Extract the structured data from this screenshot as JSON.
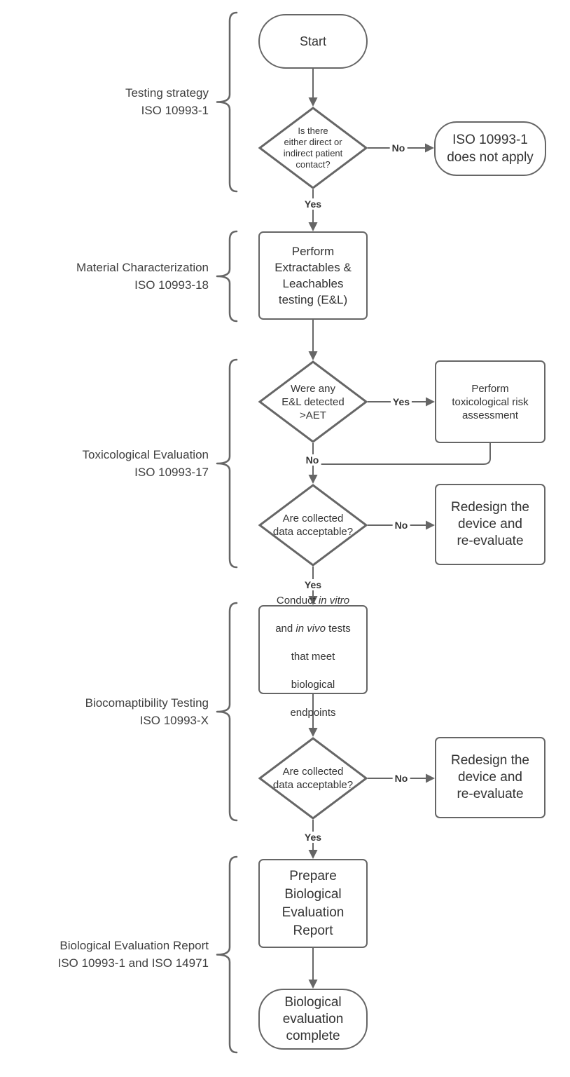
{
  "colors": {
    "stroke": "#666666",
    "node-text": "#333333",
    "label-text": "#404040",
    "bg": "#ffffff"
  },
  "sections": [
    {
      "label_line1": "Testing strategy",
      "label_line2": "ISO 10993-1"
    },
    {
      "label_line1": "Material Characterization",
      "label_line2": "ISO 10993-18"
    },
    {
      "label_line1": "Toxicological Evaluation",
      "label_line2": "ISO 10993-17"
    },
    {
      "label_line1": "Biocomaptibility Testing",
      "label_line2": "ISO 10993-X"
    },
    {
      "label_line1": "Biological Evaluation Report",
      "label_line2": "ISO 10993-1 and ISO 14971"
    }
  ],
  "nodes": {
    "start": {
      "type": "terminator",
      "label": "Start"
    },
    "contact_decision": {
      "type": "decision",
      "lines": [
        "Is there",
        "either direct or",
        "indirect patient",
        "contact?"
      ]
    },
    "does_not_apply": {
      "type": "terminator",
      "lines": [
        "ISO 10993-1",
        "does not apply"
      ]
    },
    "eandl_testing": {
      "type": "process",
      "lines": [
        "Perform",
        "Extractables &",
        "Leachables",
        "testing (E&L)"
      ]
    },
    "aet_decision": {
      "type": "decision",
      "lines": [
        "Were any",
        "E&L detected",
        ">AET"
      ]
    },
    "tox_risk_assessment": {
      "type": "process",
      "lines": [
        "Perform",
        "toxicological risk",
        "assessment"
      ]
    },
    "data_decision_1": {
      "type": "decision",
      "lines": [
        "Are collected",
        "data acceptable?"
      ]
    },
    "redesign_1": {
      "type": "process",
      "lines": [
        "Redesign the",
        "device and",
        "re-evaluate"
      ]
    },
    "conduct_tests": {
      "type": "process",
      "line1_pre": "Conduct ",
      "line1_italic": "in vitro",
      "line2_pre": "and ",
      "line2_italic": "in vivo",
      "line2_post": " tests",
      "line3": "that meet",
      "line4": "biological",
      "line5": "endpoints"
    },
    "data_decision_2": {
      "type": "decision",
      "lines": [
        "Are collected",
        "data acceptable?"
      ]
    },
    "redesign_2": {
      "type": "process",
      "lines": [
        "Redesign the",
        "device and",
        "re-evaluate"
      ]
    },
    "prepare_report": {
      "type": "process",
      "lines": [
        "Prepare",
        "Biological",
        "Evaluation",
        "Report"
      ]
    },
    "evaluation_complete": {
      "type": "terminator",
      "lines": [
        "Biological",
        "evaluation",
        "complete"
      ]
    }
  },
  "connectors": {
    "contact_no": "No",
    "contact_yes": "Yes",
    "aet_yes": "Yes",
    "aet_no": "No",
    "data1_no": "No",
    "data1_yes": "Yes",
    "data2_no": "No",
    "data2_yes": "Yes"
  }
}
